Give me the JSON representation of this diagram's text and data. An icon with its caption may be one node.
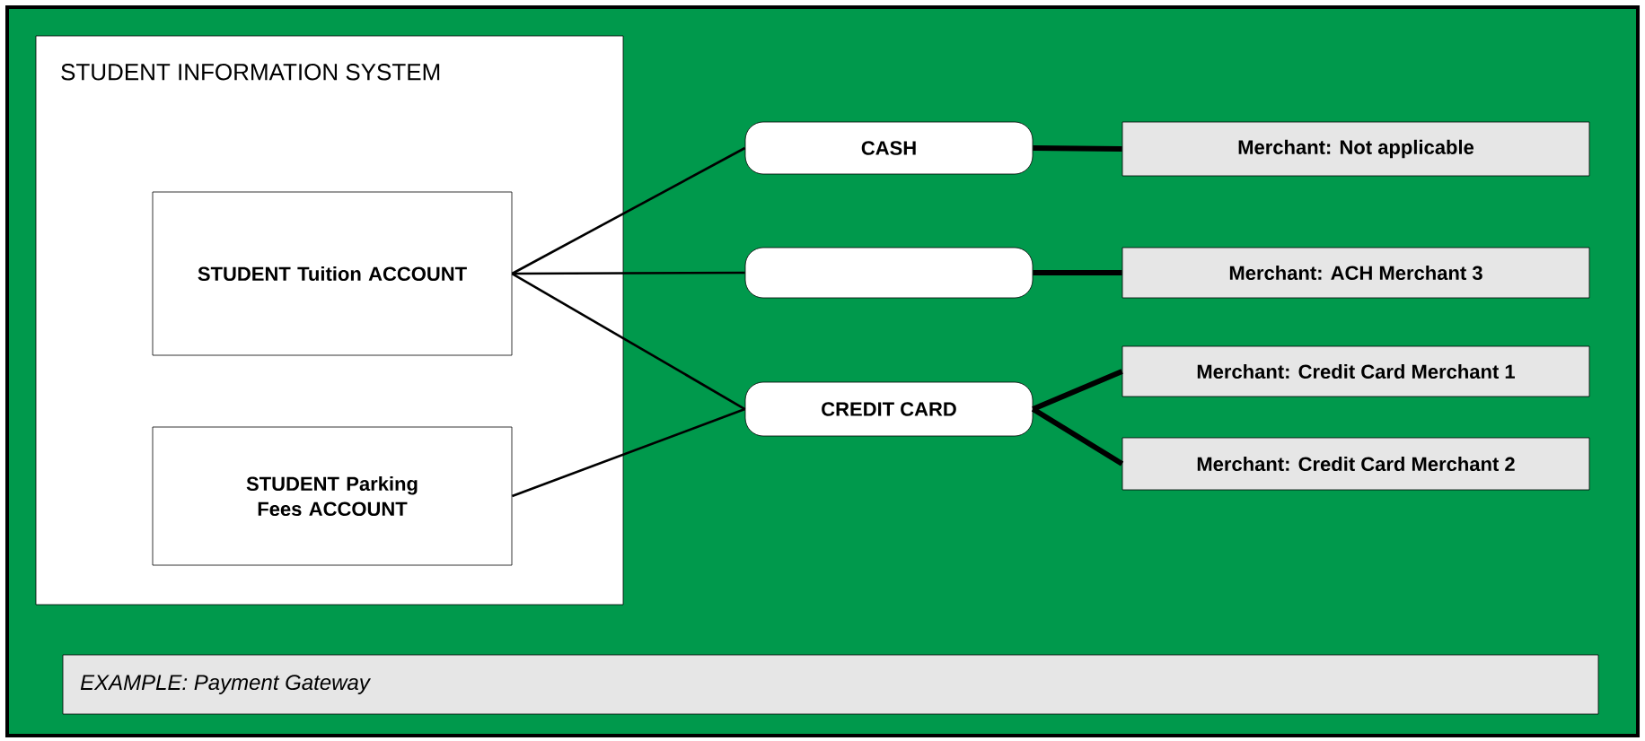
{
  "diagram": {
    "nodes": [
      {
        "text": [
          "STUDENT INFORMATION SYSTEM"
        ]
      },
      {
        "text": [
          "STUDENT Tuition ACCOUNT"
        ],
        "in": 0
      },
      {
        "text": [
          "STUDENT Parking Fees ACCOUNT"
        ],
        "in": 0
      },
      {
        "text": [
          "CASH"
        ]
      },
      {
        "text": [],
        "shape": "box"
      },
      {
        "text": [
          "CREDIT CARD"
        ]
      },
      {
        "text": [
          "Merchant: Not applicable"
        ]
      },
      {
        "text": [
          "Merchant: ACH Merchant 3"
        ]
      },
      {
        "text": [
          "Merchant: Credit Card Merchant 1"
        ]
      },
      {
        "text": [
          "Merchant: Credit Card Merchant 2"
        ]
      },
      {
        "text": [
          "*EXAMPLE:* Payment Gateway"
        ]
      }
    ],
    "edges": [
      {
        "from": 1,
        "to": 3,
        "arrow": "none"
      },
      {
        "from": 1,
        "to": 4,
        "arrow": "none"
      },
      {
        "from": 1,
        "to": 5,
        "arrow": "none"
      },
      {
        "from": 2,
        "to": 5,
        "arrow": "none"
      },
      {
        "from": 3,
        "to": 6,
        "arrow": "none",
        "style": "thick"
      },
      {
        "from": 4,
        "to": 7,
        "arrow": "none",
        "style": "thick"
      },
      {
        "from": 5,
        "to": 8,
        "arrow": "none",
        "style": "thick"
      },
      {
        "from": 5,
        "to": 9,
        "arrow": "none",
        "style": "thick"
      }
    ]
  }
}
